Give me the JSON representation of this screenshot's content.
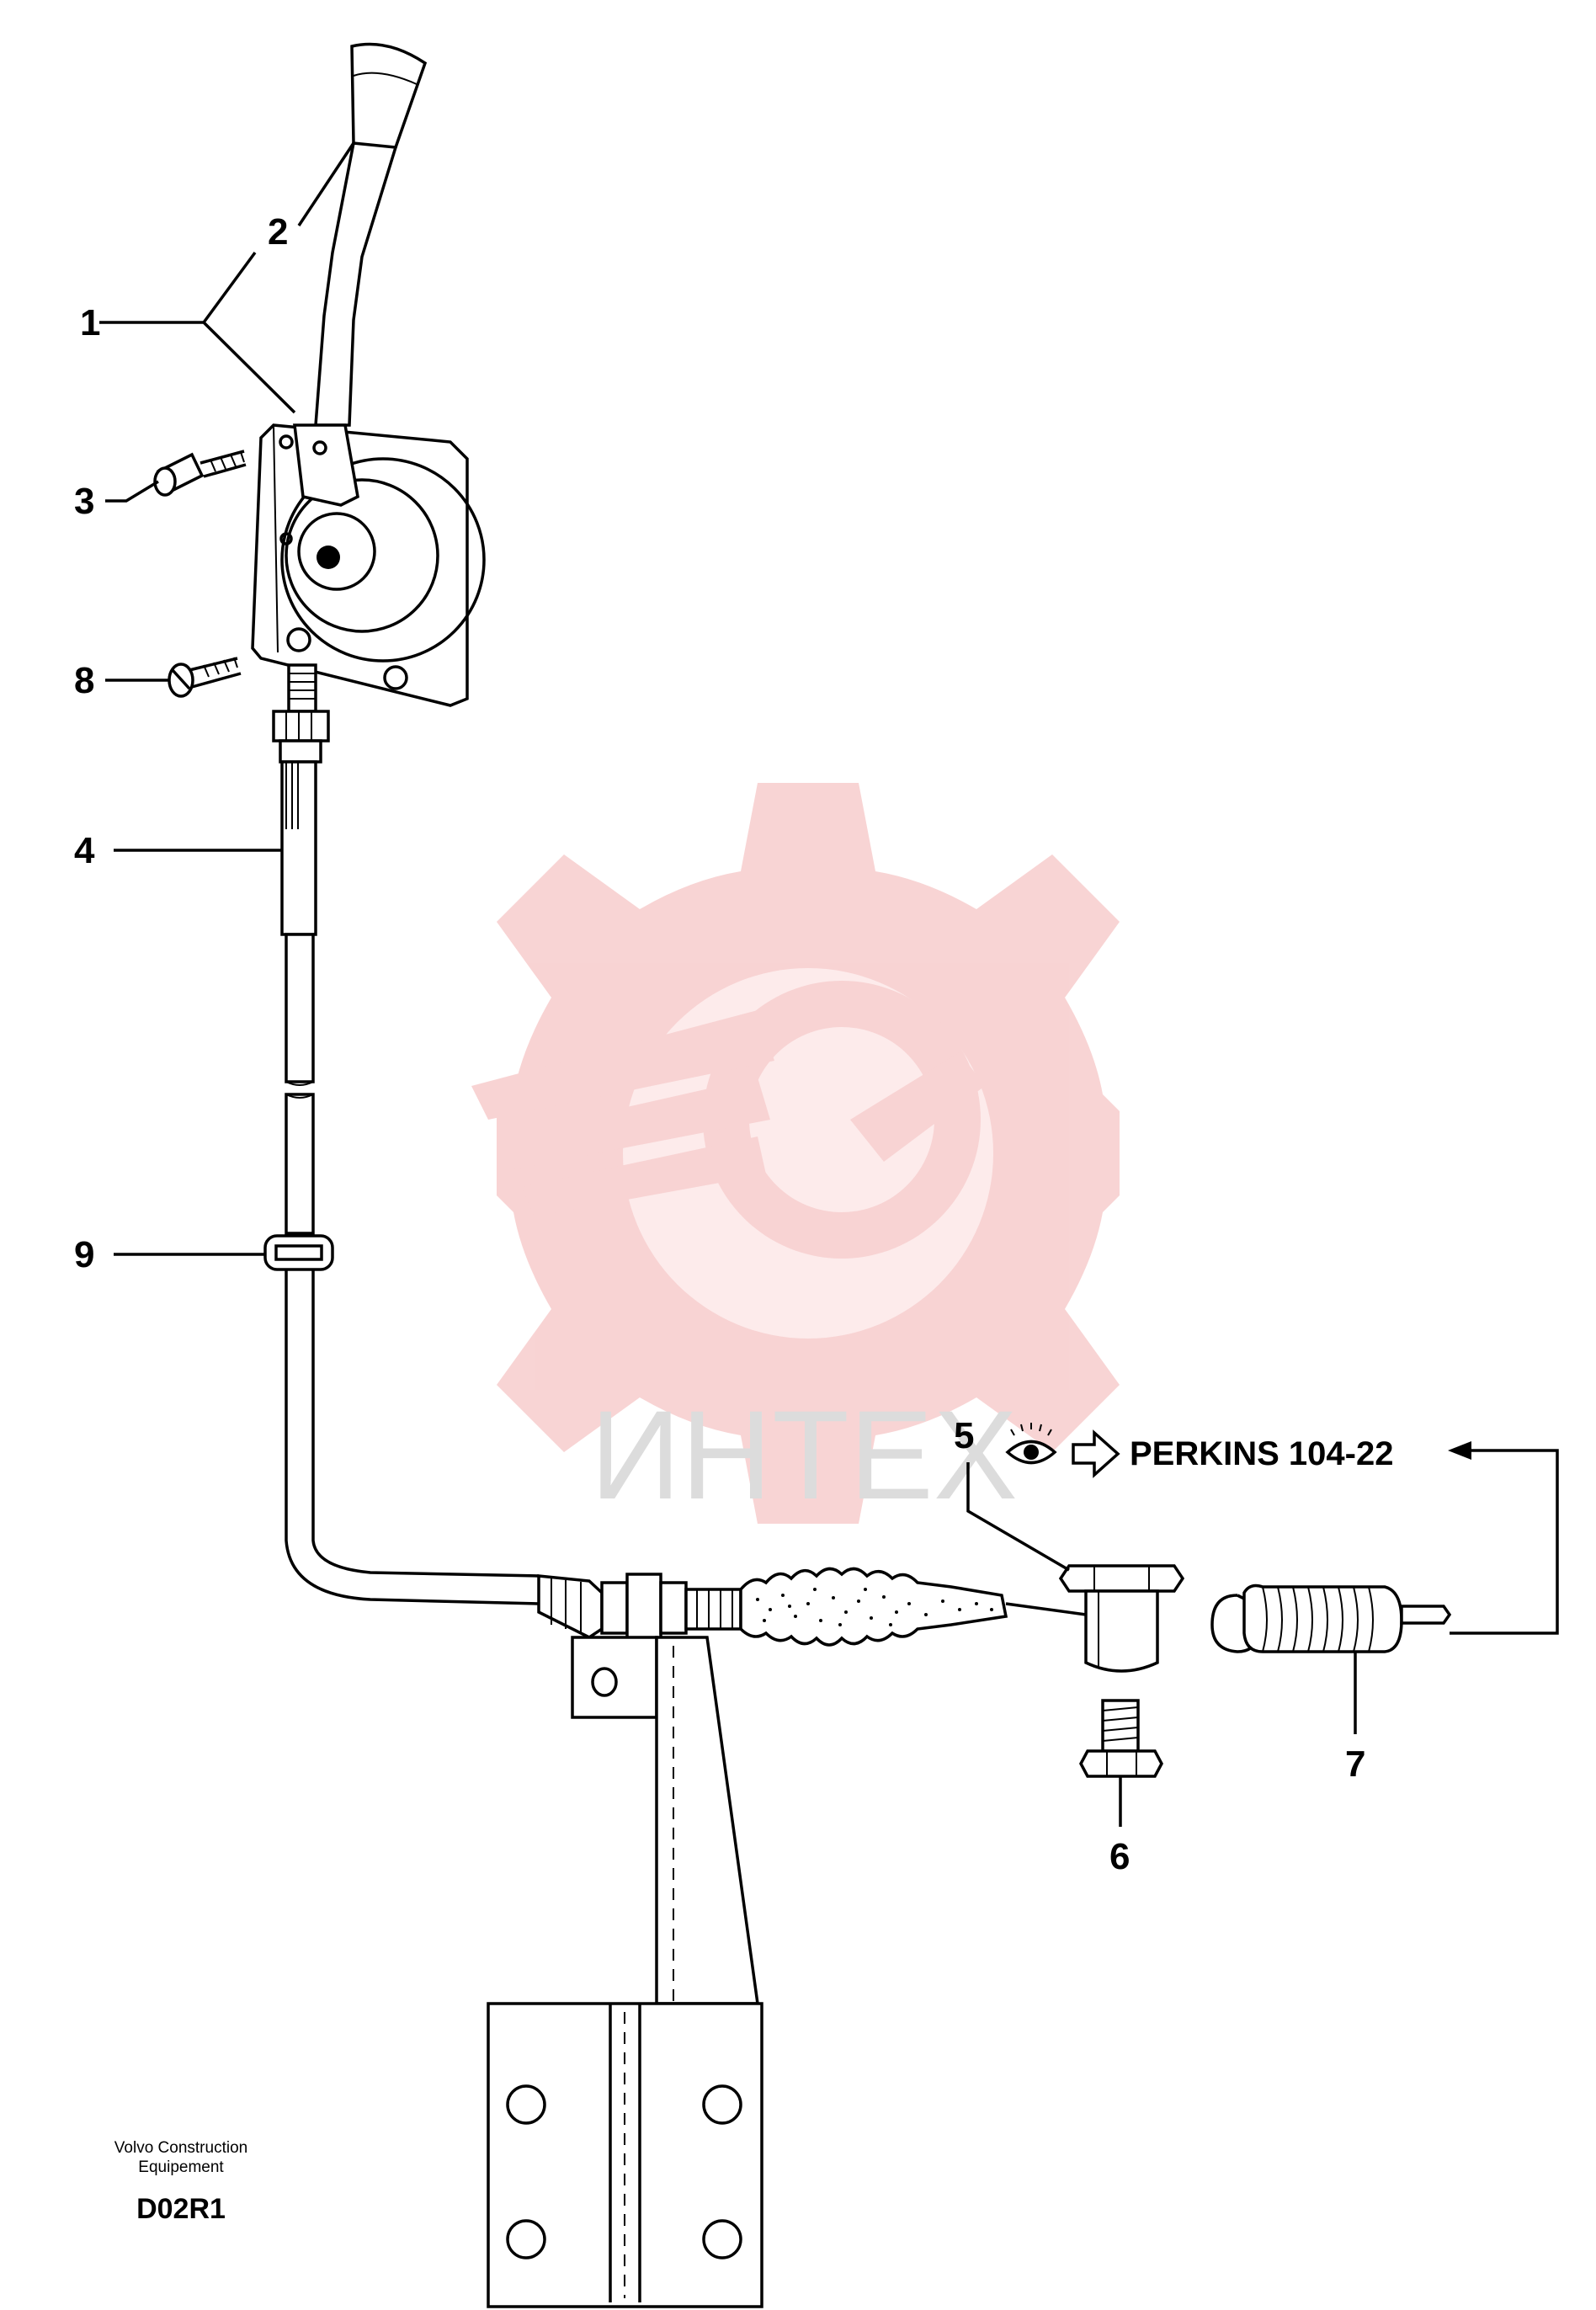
{
  "callouts": {
    "c1": "1",
    "c2": "2",
    "c3": "3",
    "c4": "4",
    "c5": "5",
    "c6": "6",
    "c7": "7",
    "c8": "8",
    "c9": "9"
  },
  "reference": {
    "text": "PERKINS 104-22",
    "icons": [
      "eye-icon",
      "arrow-right-icon"
    ]
  },
  "footer": {
    "line1": "Volvo Construction",
    "line2": "Equipement",
    "code": "D02R1"
  },
  "watermark": {
    "text": "ИНТЕХ",
    "gear_color": "#f5c6c6",
    "text_color": "#dcdcdc"
  }
}
